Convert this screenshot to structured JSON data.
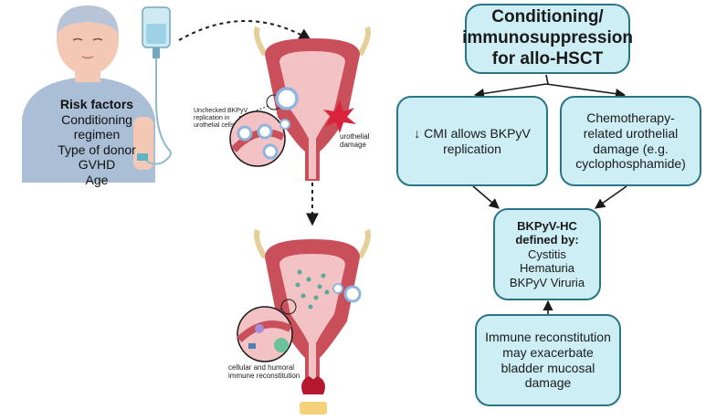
{
  "risk": {
    "heading": "Risk factors",
    "items": [
      "Conditioning regimen",
      "Type of donor",
      "GVHD",
      "Age"
    ]
  },
  "bladder_top": {
    "replication_label": [
      "Unchecked BKPyV",
      "replication in",
      "urothelial cells"
    ],
    "damage_label": [
      "urothelial",
      "damage"
    ]
  },
  "bladder_bottom": {
    "reconstitution_label": [
      "cellular and humoral",
      "immune reconstitution"
    ]
  },
  "flow": {
    "conditioning": [
      "Conditioning/",
      "immunosuppression",
      "for allo-HSCT"
    ],
    "cmi": [
      "↓ CMI allows BKPyV",
      "replication"
    ],
    "chemo": [
      "Chemotherapy-",
      "related urothelial",
      "damage (e.g.",
      "cyclophosphamide)"
    ],
    "hc_heading": [
      "BKPyV-HC",
      "defined by:"
    ],
    "hc_items": [
      "Cystitis",
      "Hematuria",
      "BKPyV Viruria"
    ],
    "immune": [
      "Immune reconstitution",
      "may exacerbate",
      "bladder mucosal",
      "damage"
    ]
  },
  "colors": {
    "box_fill": "#cdeef4",
    "box_border": "#2a7486",
    "bladder": "#c9505a",
    "lumen": "#f2c2c4",
    "patient": "#aabfd6",
    "virus": "#8fb4dd",
    "damage": "#d9223c"
  }
}
